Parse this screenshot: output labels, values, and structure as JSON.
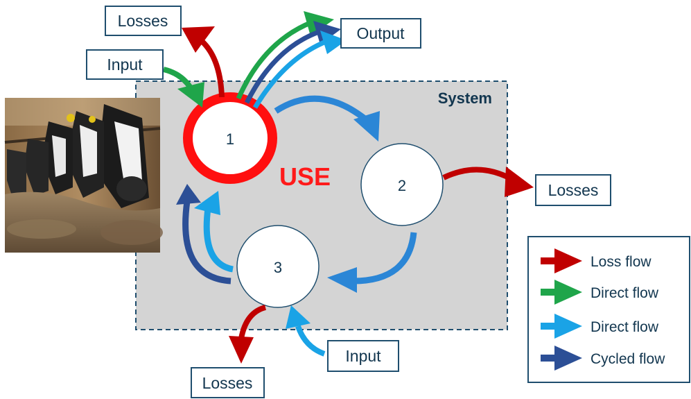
{
  "diagram": {
    "system_label": "System",
    "use_label": "USE",
    "nodes": [
      {
        "id": "1",
        "label": "1"
      },
      {
        "id": "2",
        "label": "2"
      },
      {
        "id": "3",
        "label": "3"
      }
    ],
    "boxes": {
      "losses_top": "Losses",
      "input_top": "Input",
      "output": "Output",
      "losses_right": "Losses",
      "input_bottom": "Input",
      "losses_bottom": "Losses"
    },
    "photo_description_icon": "cows-feeding-photo"
  },
  "legend": {
    "items": [
      {
        "label": "Loss flow",
        "color": "#c00000"
      },
      {
        "label": "Direct flow",
        "color": "#1fa54a"
      },
      {
        "label": "Direct flow",
        "color": "#1aa3e6"
      },
      {
        "label": "Cycled flow",
        "color": "#2c4f96"
      }
    ]
  },
  "colors": {
    "loss": "#c00000",
    "direct_green": "#1fa54a",
    "direct_light_blue": "#1aa3e6",
    "cycled": "#2c4f96",
    "internal_arrow": "#2b86d6",
    "use_ring": "#ff0f0f",
    "system_fill": "#d4d4d4",
    "text": "#12364f"
  }
}
